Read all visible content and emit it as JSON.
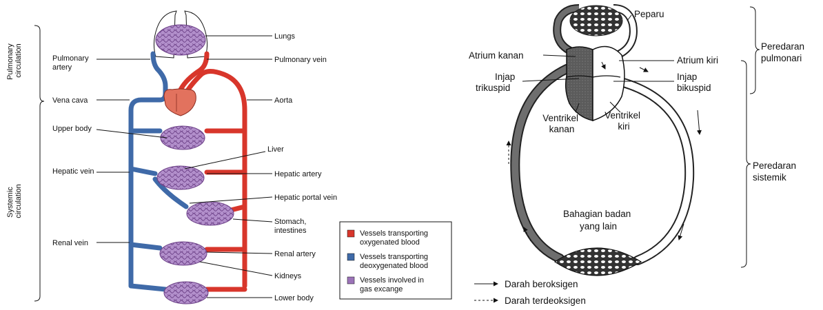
{
  "left_diagram": {
    "side_labels": {
      "pulmonary": [
        "Pulmonary",
        "circulation"
      ],
      "systemic": [
        "Systemic",
        "circulation"
      ]
    },
    "labels": {
      "lungs": "Lungs",
      "pulmonary_artery": [
        "Pulmonary",
        "artery"
      ],
      "pulmonary_vein": "Pulmonary vein",
      "vena_cava": "Vena cava",
      "aorta": "Aorta",
      "upper_body": "Upper body",
      "liver": "Liver",
      "hepatic_vein": "Hepatic vein",
      "hepatic_artery": "Hepatic artery",
      "hepatic_portal_vein": "Hepatic portal vein",
      "stomach": [
        "Stomach,",
        "intestines"
      ],
      "renal_vein": "Renal vein",
      "renal_artery": "Renal artery",
      "kidneys": "Kidneys",
      "lower_body": "Lower body"
    },
    "legend": [
      {
        "lines": [
          "Vessels transporting",
          "oxygenated blood"
        ],
        "color": "#d8362b"
      },
      {
        "lines": [
          "Vessels transporting",
          "deoxygenated blood"
        ],
        "color": "#3f6aa8"
      },
      {
        "lines": [
          "Vessels involved in",
          "gas excange"
        ],
        "color": "#9b73b8"
      }
    ],
    "colors": {
      "red": "#d8362b",
      "blue": "#3f6aa8",
      "purple": "#9b73b8"
    }
  },
  "right_diagram": {
    "labels": {
      "peparu": "Peparu",
      "atrium_kanan": "Atrium kanan",
      "atrium_kiri": "Atrium kiri",
      "injap_trikuspid": [
        "Injap",
        "trikuspid"
      ],
      "injap_bikuspid": [
        "Injap",
        "bikuspid"
      ],
      "ventrikel_kanan": [
        "Ventrikel",
        "kanan"
      ],
      "ventrikel_kiri": [
        "Ventrikel",
        "kiri"
      ],
      "peredaran_pulmonari": [
        "Peredaran",
        "pulmonari"
      ],
      "peredaran_sistemik": [
        "Peredaran",
        "sistemik"
      ],
      "bahagian": [
        "Bahagian badan",
        "yang lain"
      ]
    },
    "legend": {
      "oxygenated": "Darah beroksigen",
      "deoxygenated": "Darah terdeoksigen"
    }
  }
}
